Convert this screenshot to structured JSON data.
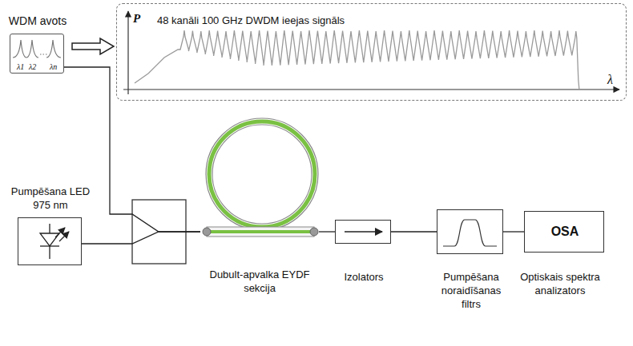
{
  "diagram": {
    "nodes": [
      {
        "text": [
          "WDM avots",
          "λ1",
          "λ2",
          "λn"
        ]
      },
      {
        "text": [
          "48 kanāli 100 GHz DWDM ieejas signāls",
          "P",
          "λ"
        ]
      },
      {
        "text": [
          "Pumpēšana LED 975 nm"
        ]
      },
      {
        "text": [
          "Dubult-apvalka EYDF sekcija"
        ]
      },
      {
        "text": [
          "Izolators"
        ]
      },
      {
        "text": [
          "Pumpēšana noraidīšanas filtrs"
        ]
      },
      {
        "text": [
          "OSA",
          "Optiskais spektra analizators"
        ]
      }
    ],
    "edges": [
      {
        "from": 0,
        "to": 1,
        "arrow": "to"
      },
      {
        "from": 0,
        "to": 3,
        "arrow": "none"
      },
      {
        "from": 2,
        "to": 3,
        "arrow": "none"
      },
      {
        "from": 3,
        "to": 4,
        "arrow": "none"
      },
      {
        "from": 4,
        "to": 5,
        "arrow": "none"
      },
      {
        "from": 5,
        "to": 6,
        "arrow": "none"
      }
    ]
  }
}
